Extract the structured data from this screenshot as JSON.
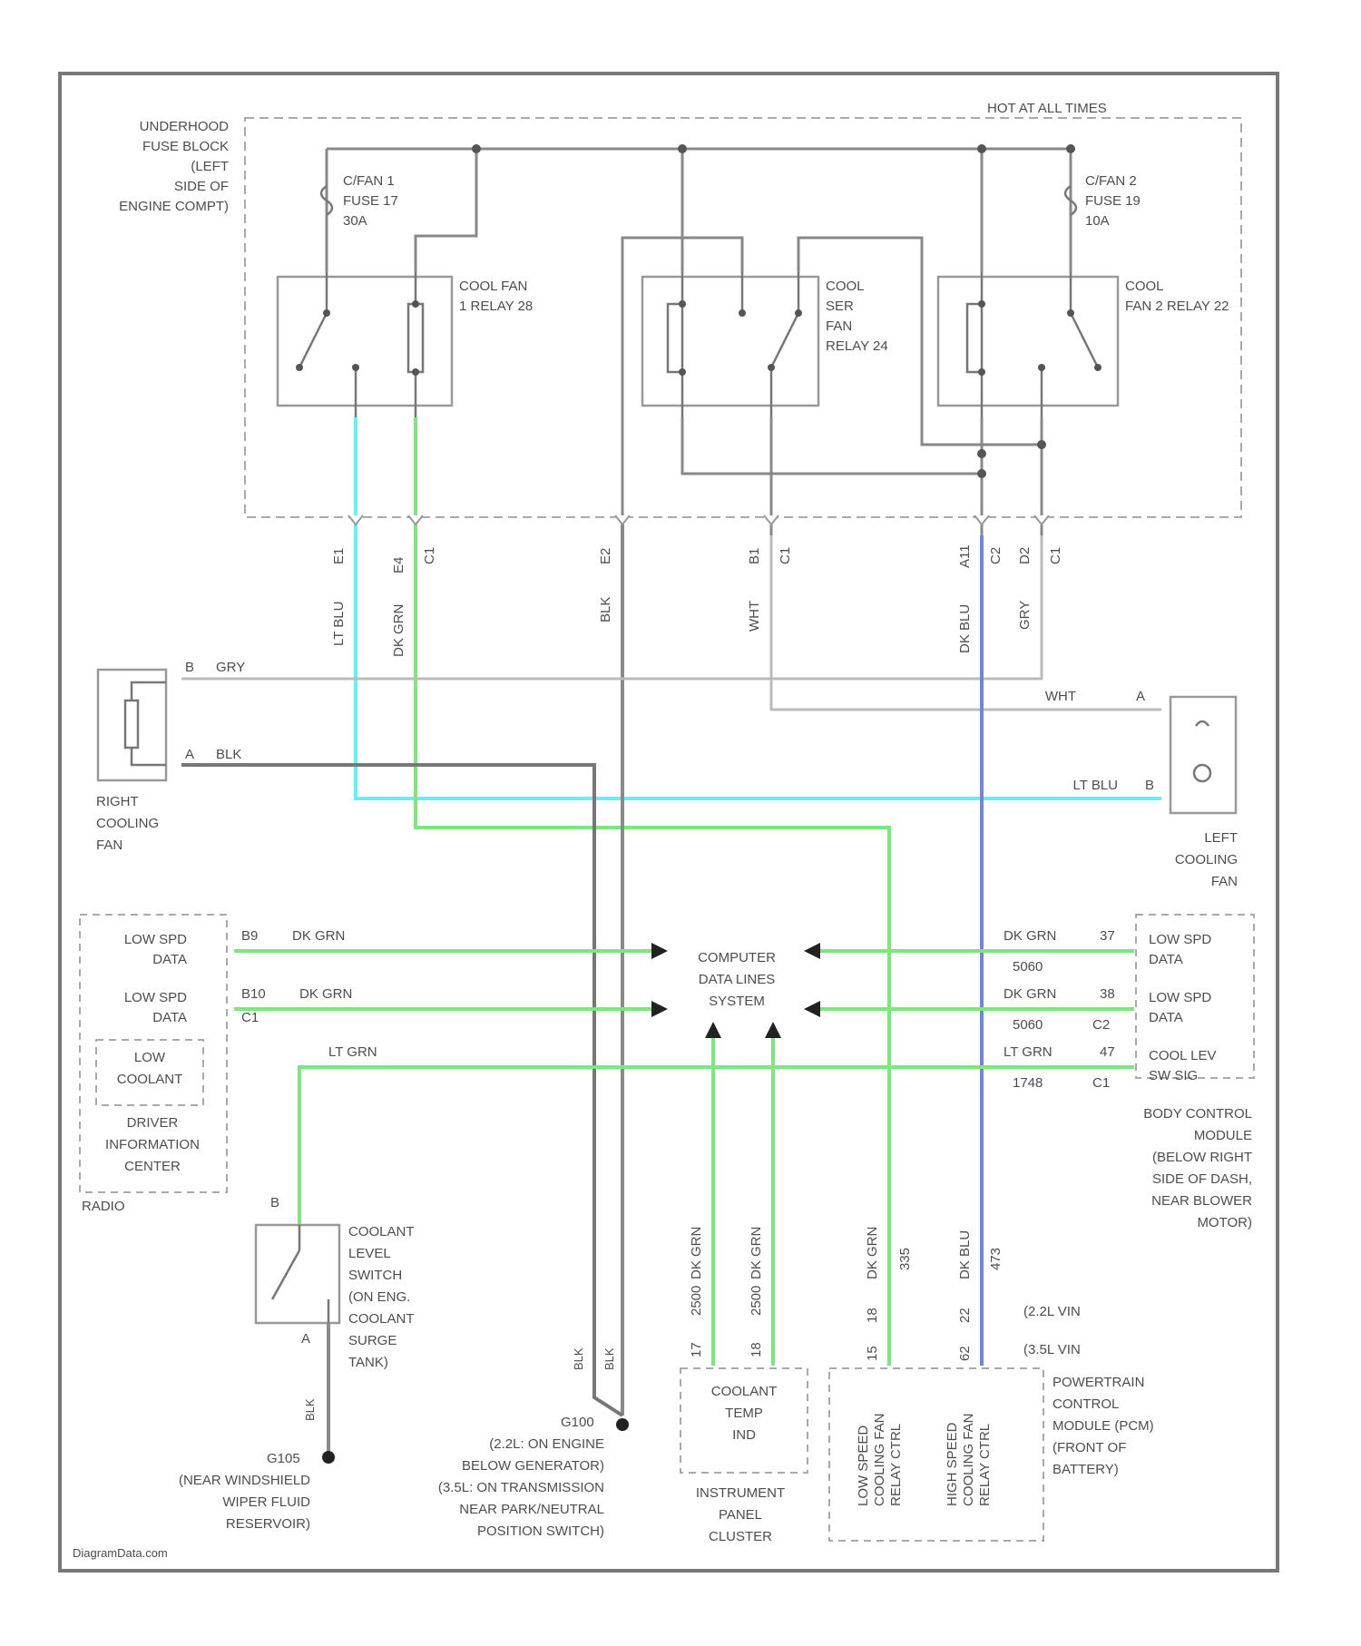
{
  "header": {
    "hot_note": "HOT AT ALL TIMES"
  },
  "fuse_block": {
    "label": [
      "UNDERHOOD",
      "FUSE BLOCK",
      "(LEFT",
      "SIDE OF",
      "ENGINE COMPT)"
    ]
  },
  "fuses": [
    {
      "id": "fuse_cfan1",
      "lines": [
        "C/FAN 1",
        "FUSE 17",
        "30A"
      ]
    },
    {
      "id": "fuse_cfan2",
      "lines": [
        "C/FAN 2",
        "FUSE 19",
        "10A"
      ]
    }
  ],
  "relays": [
    {
      "id": "relay1",
      "lines": [
        "COOL FAN",
        "1 RELAY 28"
      ]
    },
    {
      "id": "relay_ser",
      "lines": [
        "COOL",
        "SER",
        "FAN",
        "RELAY 24"
      ]
    },
    {
      "id": "relay2",
      "lines": [
        "COOL",
        "FAN 2 RELAY 22"
      ]
    }
  ],
  "connectors": [
    {
      "id": "c_e1",
      "pin": "E1",
      "conn": "C1"
    },
    {
      "id": "c_e4",
      "pin": "E4",
      "conn": "C1"
    },
    {
      "id": "c_e2",
      "pin": "E2",
      "conn": ""
    },
    {
      "id": "c_b1",
      "pin": "B1",
      "conn": "C1"
    },
    {
      "id": "c_a11",
      "pin": "A11",
      "conn": "C2"
    },
    {
      "id": "c_d2",
      "pin": "D2",
      "conn": "C1"
    }
  ],
  "wires": [
    {
      "id": "w_ltblu",
      "label": "LT BLU"
    },
    {
      "id": "w_dkgrn",
      "label": "DK GRN"
    },
    {
      "id": "w_blk",
      "label": "BLK"
    },
    {
      "id": "w_wht",
      "label": "WHT"
    },
    {
      "id": "w_dkblu",
      "label": "DK BLU"
    },
    {
      "id": "w_gry",
      "label": "GRY"
    }
  ],
  "right_fan": {
    "pin_b": "B",
    "wire_b": "GRY",
    "pin_a": "A",
    "wire_a": "BLK",
    "label": [
      "RIGHT",
      "COOLING",
      "FAN"
    ]
  },
  "left_fan": {
    "pin_a": "A",
    "wire_a": "WHT",
    "pin_b": "B",
    "wire_b": "LT BLU",
    "label": [
      "LEFT",
      "COOLING",
      "FAN"
    ]
  },
  "data_lines": {
    "center_label": [
      "COMPUTER",
      "DATA LINES",
      "SYSTEM"
    ],
    "left_rows": [
      {
        "text": [
          "LOW SPD",
          "DATA"
        ],
        "pin": "B9",
        "wire": "DK GRN"
      },
      {
        "text": [
          "LOW SPD",
          "DATA"
        ],
        "pin": "B10",
        "wire": "DK GRN",
        "conn": "C1"
      }
    ],
    "low_coolant": [
      "LOW",
      "COOLANT"
    ],
    "dic_label": [
      "DRIVER",
      "INFORMATION",
      "CENTER"
    ],
    "radio_label": "RADIO",
    "ltgrn_wire": "LT GRN"
  },
  "bcm": {
    "rows": [
      {
        "text": [
          "LOW SPD",
          "DATA"
        ],
        "wire": "DK GRN",
        "pin": "37",
        "code": "5060"
      },
      {
        "text": [
          "LOW SPD",
          "DATA"
        ],
        "wire": "DK GRN",
        "pin": "38",
        "code": "5060",
        "conn": "C2"
      },
      {
        "text": [
          "COOL LEV",
          "SW SIG"
        ],
        "wire": "LT GRN",
        "pin": "47",
        "code": "1748",
        "conn": "C1"
      }
    ],
    "label": [
      "BODY CONTROL",
      "MODULE",
      "(BELOW RIGHT",
      "SIDE OF DASH,",
      "NEAR BLOWER",
      "MOTOR)"
    ]
  },
  "coolant_switch": {
    "pin_b": "B",
    "pin_a": "A",
    "label": [
      "COOLANT",
      "LEVEL",
      "SWITCH",
      "(ON ENG.",
      "COOLANT",
      "SURGE",
      "TANK)"
    ],
    "ground_wire": "BLK",
    "ground": "G105",
    "ground_label": [
      "(NEAR WINDSHIELD",
      "WIPER FLUID",
      "RESERVOIR)"
    ]
  },
  "ground_g100": {
    "wire1": "BLK",
    "wire2": "BLK",
    "id": "G100",
    "label": [
      "(2.2L: ON ENGINE",
      "BELOW GENERATOR)",
      "(3.5L: ON TRANSMISSION",
      "NEAR PARK/NEUTRAL",
      "POSITION SWITCH)"
    ]
  },
  "cluster": {
    "wires": [
      {
        "label": "DK GRN",
        "code": "2500",
        "pin": "17"
      },
      {
        "label": "DK GRN",
        "code": "2500",
        "pin": "18"
      }
    ],
    "inner": [
      "COOLANT",
      "TEMP",
      "IND"
    ],
    "label": [
      "INSTRUMENT",
      "PANEL",
      "CLUSTER"
    ]
  },
  "pcm": {
    "wires": [
      {
        "label": "DK GRN",
        "code": "335",
        "pins": [
          "18",
          "15"
        ]
      },
      {
        "label": "DK BLU",
        "code": "473",
        "pins": [
          "22",
          "62"
        ]
      }
    ],
    "vin": [
      "(2.2L VIN",
      "(3.5L VIN"
    ],
    "inner": [
      [
        "LOW SPEED",
        "COOLING FAN",
        "RELAY CTRL"
      ],
      [
        "HIGH SPEED",
        "COOLING FAN",
        "RELAY CTRL"
      ]
    ],
    "label": [
      "POWERTRAIN",
      "CONTROL",
      "MODULE (PCM)",
      "(FRONT OF",
      "BATTERY)"
    ]
  },
  "footer": "DiagramData.com",
  "colors": {
    "light_blue": "#5ff5f5",
    "green": "#7ce87c",
    "blue": "#6f86e0",
    "gray": "#8a8a8a",
    "line": "#8a8a8a"
  }
}
